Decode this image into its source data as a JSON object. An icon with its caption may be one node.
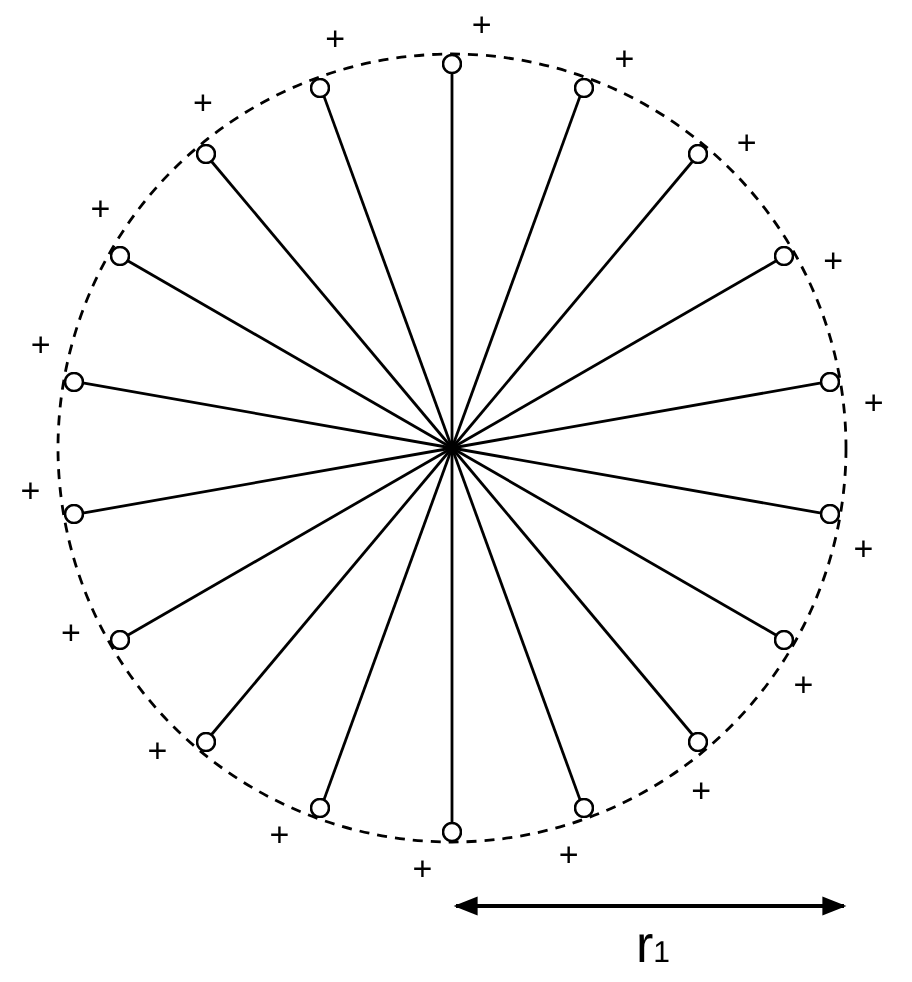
{
  "diagram": {
    "nodes": [
      {
        "text": [],
        "shape": "circle",
        "beside": [
          "+"
        ]
      },
      {
        "text": [],
        "shape": "circle",
        "beside": [
          "+"
        ]
      },
      {
        "text": [],
        "shape": "circle",
        "beside": [
          "+"
        ]
      },
      {
        "text": [],
        "shape": "circle",
        "beside": [
          "+"
        ]
      },
      {
        "text": [],
        "shape": "circle",
        "beside": [
          "+"
        ]
      },
      {
        "text": [],
        "shape": "circle",
        "beside": [
          "+"
        ]
      },
      {
        "text": [],
        "shape": "circle",
        "beside": [
          "+"
        ]
      },
      {
        "text": [],
        "shape": "circle",
        "beside": [
          "+"
        ]
      },
      {
        "text": [],
        "shape": "circle",
        "beside": [
          "+"
        ]
      },
      {
        "text": [],
        "shape": "circle",
        "beside": [
          "+"
        ]
      },
      {
        "text": [],
        "shape": "circle",
        "beside": [
          "+"
        ]
      },
      {
        "text": [],
        "shape": "circle",
        "beside": [
          "+"
        ]
      },
      {
        "text": [],
        "shape": "circle",
        "beside": [
          "+"
        ]
      },
      {
        "text": [],
        "shape": "circle",
        "beside": [
          "+"
        ]
      },
      {
        "text": [],
        "shape": "circle",
        "beside": [
          "+"
        ]
      },
      {
        "text": [],
        "shape": "circle",
        "beside": [
          "+"
        ]
      },
      {
        "text": [],
        "shape": "circle",
        "beside": [
          "+"
        ]
      },
      {
        "text": [],
        "shape": "circle",
        "beside": [
          "+"
        ]
      }
    ],
    "edges": [
      {
        "from": null,
        "to": 0,
        "arrow": "none"
      },
      {
        "from": null,
        "to": 1,
        "arrow": "none"
      },
      {
        "from": null,
        "to": 2,
        "arrow": "none"
      },
      {
        "from": null,
        "to": 3,
        "arrow": "none"
      },
      {
        "from": null,
        "to": 4,
        "arrow": "none"
      },
      {
        "from": null,
        "to": 5,
        "arrow": "none"
      },
      {
        "from": null,
        "to": 6,
        "arrow": "none"
      },
      {
        "from": null,
        "to": 7,
        "arrow": "none"
      },
      {
        "from": null,
        "to": 8,
        "arrow": "none"
      },
      {
        "from": null,
        "to": 9,
        "arrow": "none"
      },
      {
        "from": null,
        "to": 10,
        "arrow": "none"
      },
      {
        "from": null,
        "to": 11,
        "arrow": "none"
      },
      {
        "from": null,
        "to": 12,
        "arrow": "none"
      },
      {
        "from": null,
        "to": 13,
        "arrow": "none"
      },
      {
        "from": null,
        "to": 14,
        "arrow": "none"
      },
      {
        "from": null,
        "to": 15,
        "arrow": "none"
      },
      {
        "from": null,
        "to": 16,
        "arrow": "none"
      },
      {
        "from": null,
        "to": 17,
        "arrow": "none"
      }
    ],
    "labels": [
      "r$_{1}$"
    ]
  }
}
